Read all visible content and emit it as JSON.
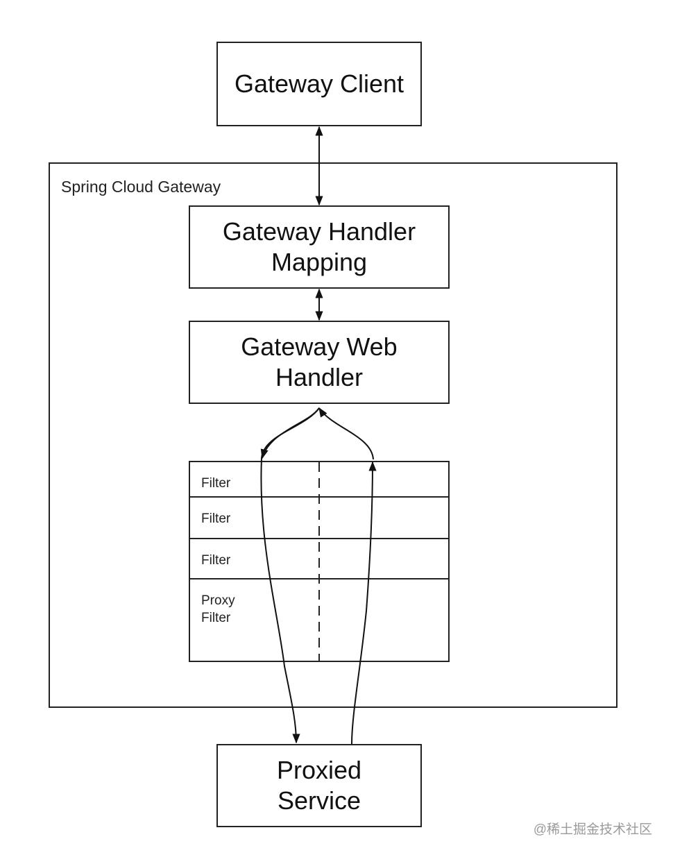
{
  "diagram": {
    "client": "Gateway Client",
    "container_label": "Spring Cloud Gateway",
    "handler_mapping": "Gateway Handler\nMapping",
    "web_handler": "Gateway Web\nHandler",
    "filters": [
      "Filter",
      "Filter",
      "Filter",
      "Proxy\nFilter"
    ],
    "proxied_service": "Proxied\nService"
  },
  "watermark": "@稀土掘金技术社区"
}
